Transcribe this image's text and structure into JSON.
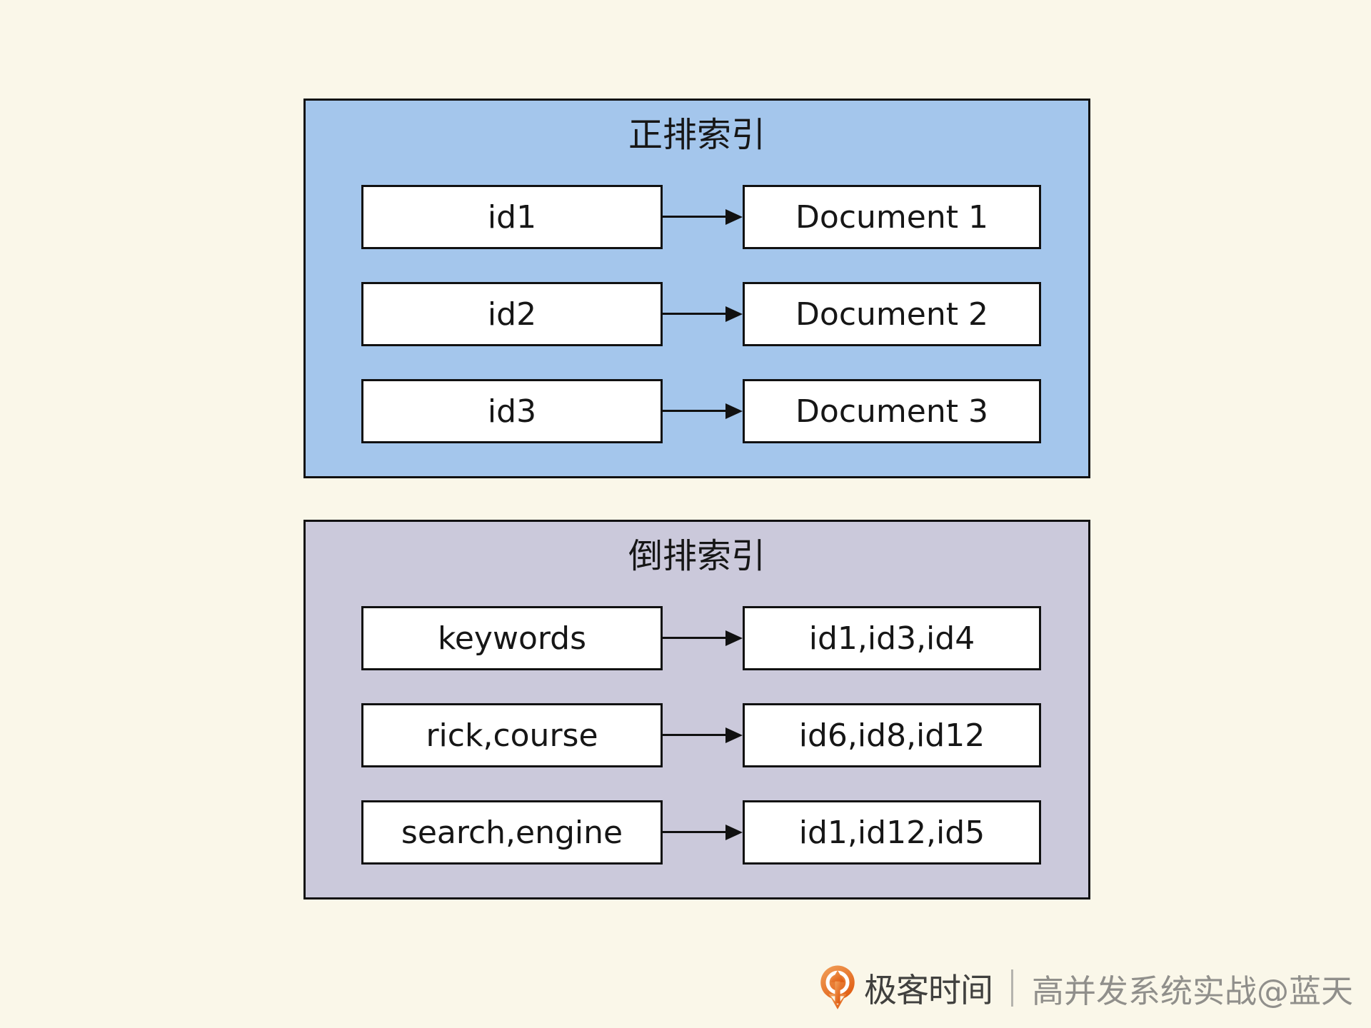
{
  "page": {
    "background_color": "#FAF7E9",
    "box_border_color": "#111111",
    "box_fill_color": "#FFFFFF"
  },
  "panels": [
    {
      "id": "forward-index",
      "title": "正排索引",
      "bg_color": "#A4C6EC",
      "rows": [
        {
          "key": "id1",
          "value": "Document 1"
        },
        {
          "key": "id2",
          "value": "Document 2"
        },
        {
          "key": "id3",
          "value": "Document 3"
        }
      ]
    },
    {
      "id": "inverted-index",
      "title": "倒排索引",
      "bg_color": "#CBC9DB",
      "rows": [
        {
          "key": "keywords",
          "value": "id1,id3,id4"
        },
        {
          "key": "rick,course",
          "value": "id6,id8,id12"
        },
        {
          "key": "search,engine",
          "value": "id1,id12,id5"
        }
      ]
    }
  ],
  "footer": {
    "logo": "geektime-pin-icon",
    "logo_color_top": "#F2A25C",
    "logo_color_bottom": "#E05E14",
    "brand": "极客时间",
    "separator": "|",
    "credit": "高并发系统实战@蓝天",
    "brand_color": "#40403E",
    "credit_color": "#908F8B"
  }
}
